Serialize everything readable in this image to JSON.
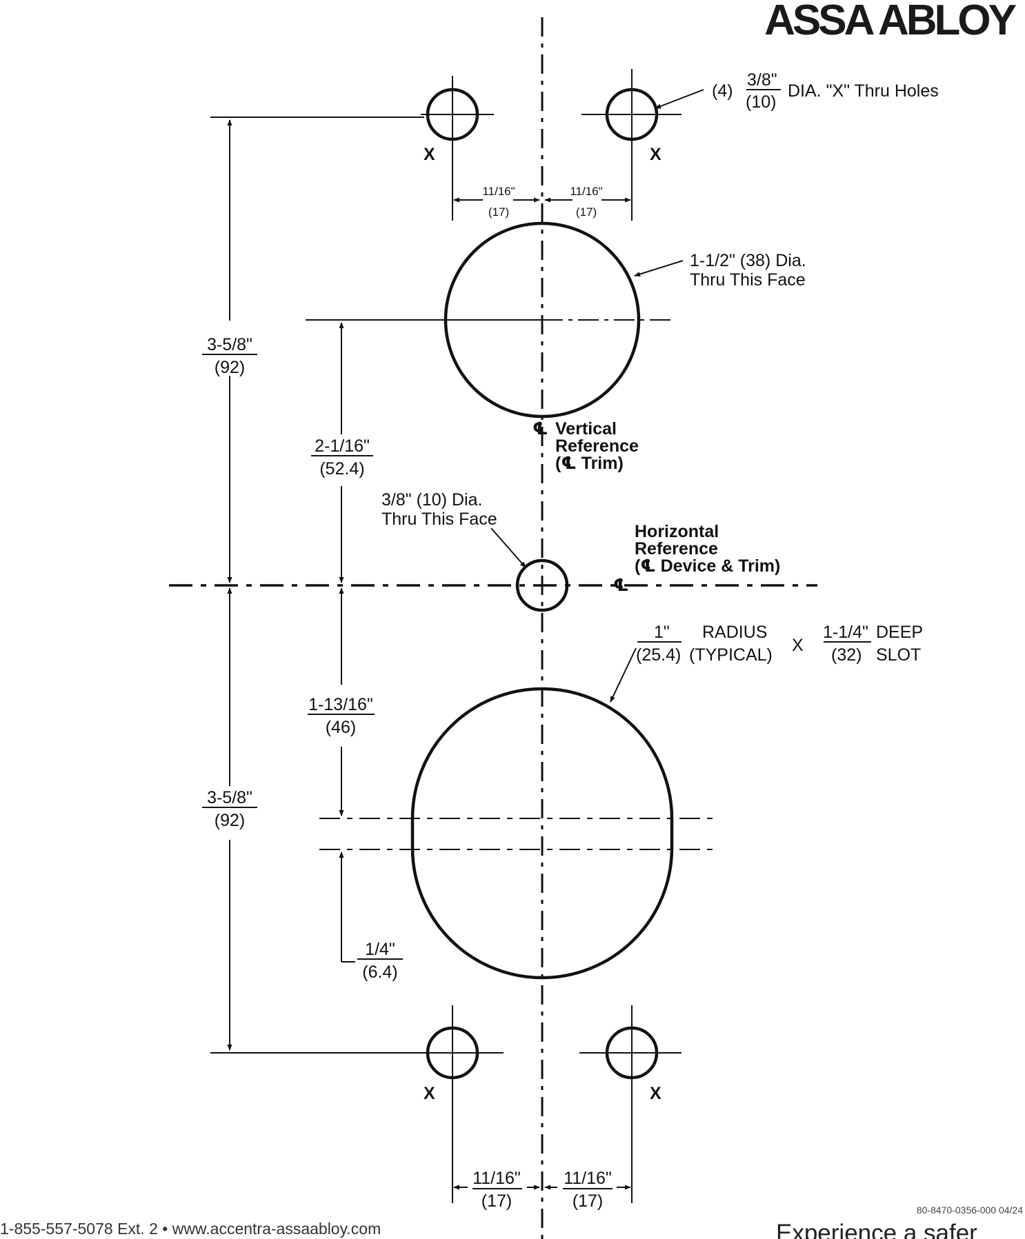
{
  "brand": {
    "logo": "ASSA ABLOY"
  },
  "holes": {
    "x_holes_count": "(4)",
    "x_holes_frac_top": "3/8\"",
    "x_holes_frac_bottom": "(10)",
    "x_holes_desc": "DIA. \"X\" Thru Holes",
    "x_marker": "X",
    "upper_bore_line1": "1-1/2\" (38) Dia.",
    "upper_bore_line2": "Thru This Face",
    "small_hole_line1": "3/8\" (10) Dia.",
    "small_hole_line2": "Thru This Face"
  },
  "references": {
    "cl_symbol": "℄",
    "vertical_line1": "Vertical",
    "vertical_line2": "Reference",
    "vertical_line3": "(℄ Trim)",
    "horizontal_line1": "Horizontal",
    "horizontal_line2": "Reference",
    "horizontal_line3": "(℄ Device & Trim)"
  },
  "dimensions": {
    "spacing_top": "11/16\"",
    "spacing_bottom": "(17)",
    "upper_total_top": "3-5/8\"",
    "upper_total_bottom": "(92)",
    "upper_bore_offset_top": "2-1/16\"",
    "upper_bore_offset_bottom": "(52.4)",
    "lower_slot_offset_top": "1-13/16\"",
    "lower_slot_offset_bottom": "(46)",
    "lower_total_top": "3-5/8\"",
    "lower_total_bottom": "(92)",
    "slot_width_top": "1/4\"",
    "slot_width_bottom": "(6.4)"
  },
  "slot": {
    "radius_top": "1\"",
    "radius_bottom": "(25.4)",
    "radius_word": "RADIUS",
    "typical": "(TYPICAL)",
    "x": "X",
    "depth_top": "1-1/4\"",
    "depth_bottom": "(32)",
    "deep": "DEEP",
    "slot_word": "SLOT"
  },
  "footer": {
    "contact": "1-855-557-5078 Ext. 2  •  www.accentra-assaabloy.com",
    "doc_number": "80-8470-0356-000  04/24",
    "tagline": "Experience a safer"
  }
}
